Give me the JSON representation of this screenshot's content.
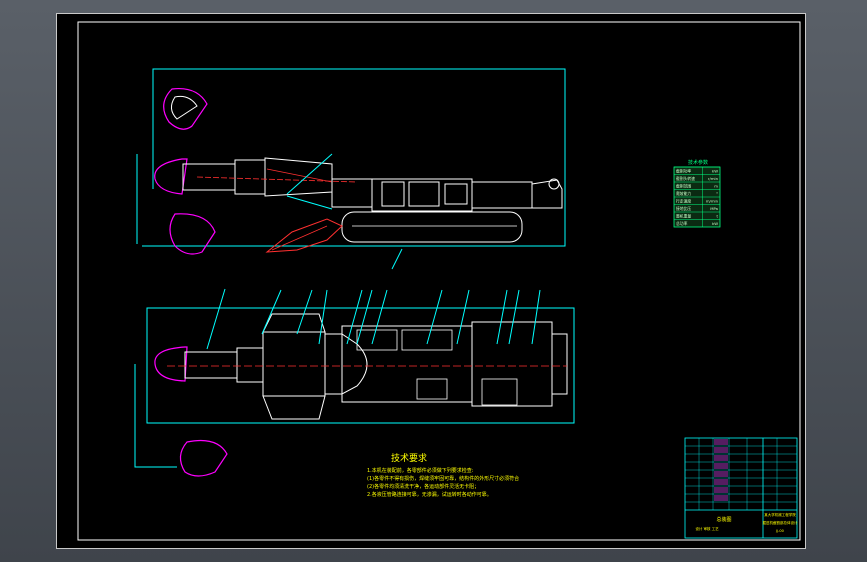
{
  "tech_requirements": {
    "title": "技术要求",
    "lines": [
      "1.本机在装配前，各零部件必须做下列要求检查:",
      "  (1)各零件不得有损伤，焊缝须牢固可靠，结构件的外形尺寸必须符合",
      "  (2)各零件均须清洗干净，各运动部件灵活无卡阻；",
      "2.各液压管路连接可靠，无渗漏，试运转时各动作可靠。"
    ]
  },
  "parameter_table": {
    "title": "技术参数",
    "rows": [
      [
        "截割功率",
        "kW"
      ],
      [
        "截割头转速",
        "r/min"
      ],
      [
        "截割范围",
        "m"
      ],
      [
        "爬坡能力",
        "°"
      ],
      [
        "行走速度",
        "m/min"
      ],
      [
        "接地比压",
        "MPa"
      ],
      [
        "整机重量",
        "t"
      ],
      [
        "总功率",
        "kW"
      ]
    ]
  },
  "title_block": {
    "drawing_name": "总装图",
    "designer_row": "设计 审核 工艺",
    "school": "某大学机械工程学院",
    "project": "掘进机截割部总体设计",
    "drawing_no": "JJ-00"
  },
  "colors": {
    "sheet": "#000000",
    "frame": "#ffffff",
    "outline": "#00ffff",
    "body": "#ffffff",
    "cutter": "#ff00ff",
    "center": "#ff3030",
    "text": "#ffff00",
    "table_fill": "#1ea050"
  }
}
